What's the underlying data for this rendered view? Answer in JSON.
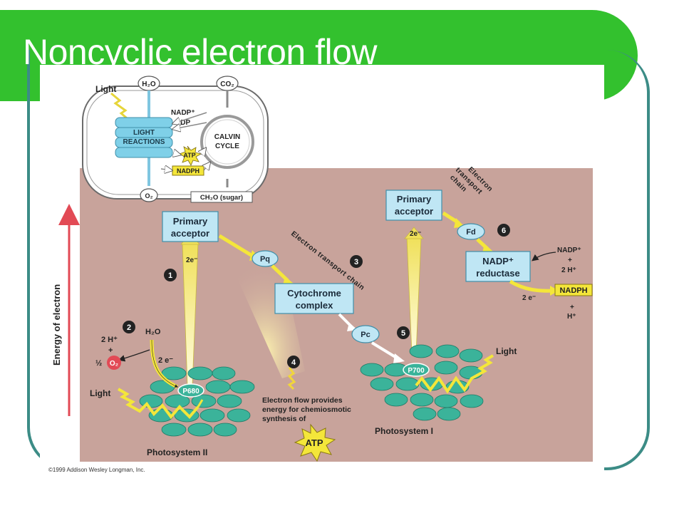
{
  "slide": {
    "title": "Noncyclic electron flow",
    "copyright": "©1999 Addison Wesley Longman, Inc.",
    "colors": {
      "banner": "#33c12e",
      "frame": "#3c8c86",
      "panel_bg": "#c8a39b",
      "carrier_fill": "#bfe6f4",
      "thylakoid_disc": "#3bb39a",
      "arrow_yellow": "#f3e85c"
    }
  },
  "inset": {
    "light": "Light",
    "h2o": "H₂O",
    "co2": "CO₂",
    "nadp_plus": "NADP⁺",
    "adp": "ADP",
    "light_reactions_line1": "LIGHT",
    "light_reactions_line2": "REACTIONS",
    "calvin_line1": "CALVIN",
    "calvin_line2": "CYCLE",
    "atp": "ATP",
    "nadph": "NADPH",
    "o2": "O₂",
    "sugar": "CH₂O (sugar)"
  },
  "axis": {
    "y_label": "Energy of electron"
  },
  "components": {
    "ps2_primary_acceptor_line1": "Primary",
    "ps2_primary_acceptor_line2": "acceptor",
    "ps1_primary_acceptor_line1": "Primary",
    "ps1_primary_acceptor_line2": "acceptor",
    "pq": "Pq",
    "cytochrome_line1": "Cytochrome",
    "cytochrome_line2": "complex",
    "pc": "Pc",
    "fd": "Fd",
    "reductase_line1": "NADP⁺",
    "reductase_line2": "reductase",
    "p680": "P680",
    "p700": "P700",
    "nadph_product": "NADPH"
  },
  "labels": {
    "etc_center": "Electron transport chain",
    "etc_right_line1": "Electron",
    "etc_right_line2": "transport",
    "etc_right_line3": "chain",
    "ps2_name": "Photosystem II",
    "ps1_name": "Photosystem I",
    "light_ps2": "Light",
    "light_ps1": "Light",
    "two_e_ps2_up": "2e⁻",
    "two_e_ps1_up": "2e⁻",
    "two_e_water": "2 e⁻",
    "two_e_nadp": "2 e⁻",
    "water": "H₂O",
    "two_h_plus": "2 H⁺",
    "plus1": "+",
    "half": "½",
    "o2": "O₂",
    "nadp_in": "NADP⁺",
    "plus2": "+",
    "two_h_plus_in": "2 H⁺",
    "plus3": "+",
    "h_plus_out": "H⁺",
    "atp_note_line1": "Electron flow provides",
    "atp_note_line2": "energy for chemiosmotic",
    "atp_note_line3": "synthesis of",
    "atp_burst": "ATP"
  },
  "steps": [
    "1",
    "2",
    "3",
    "4",
    "5",
    "6"
  ]
}
